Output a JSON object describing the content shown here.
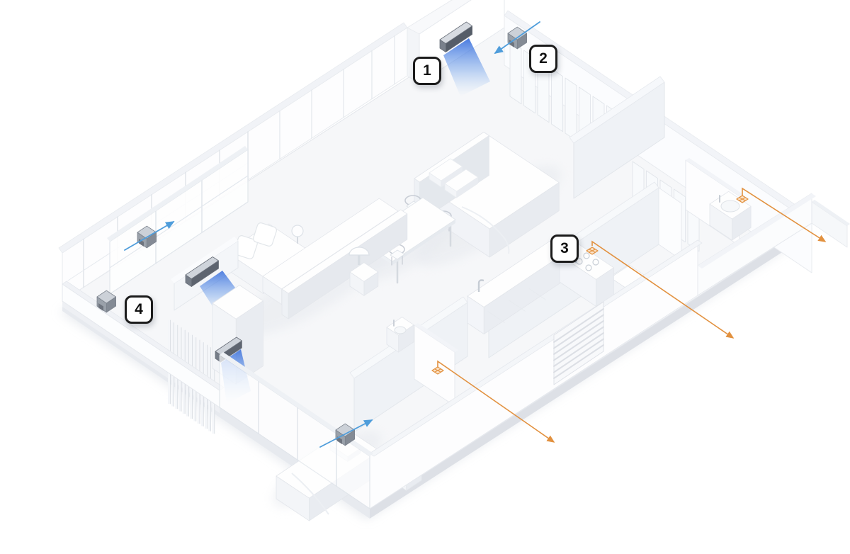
{
  "figure": {
    "kind": "isometric-apartment-cutaway-illustration",
    "background": "#ffffff"
  },
  "callouts": [
    {
      "label": "1",
      "name": "wall-mounted-ac-indoor-unit"
    },
    {
      "label": "2",
      "name": "fresh-air-supply-vent"
    },
    {
      "label": "3",
      "name": "kitchen-exhaust-outlet"
    },
    {
      "label": "4",
      "name": "fresh-air-supply-vent-terrace"
    }
  ],
  "icons": {
    "supply_vent_cube": "gray-cube-wall-vent-icon",
    "ac_unit": "dark-bar-ac-unit-icon",
    "airflow": "blue-air-stream",
    "supply_arrow": "blue-thin-arrow",
    "exhaust_fan": "orange-isometric-fan-icon",
    "exhaust_arrow": "orange-thin-arrow"
  },
  "colors": {
    "supply_blue": "#4f9ddb",
    "flow_blue": "#2a63d9",
    "exhaust_orange": "#e2913f",
    "exhaust_fill": "#fbe3c8",
    "wall_white": "#fdfdfe",
    "wall_shade": "#eff2f6",
    "floor": "#f6f7f9",
    "outline": "#1c1c1c",
    "shadow": "#dde1e7"
  }
}
